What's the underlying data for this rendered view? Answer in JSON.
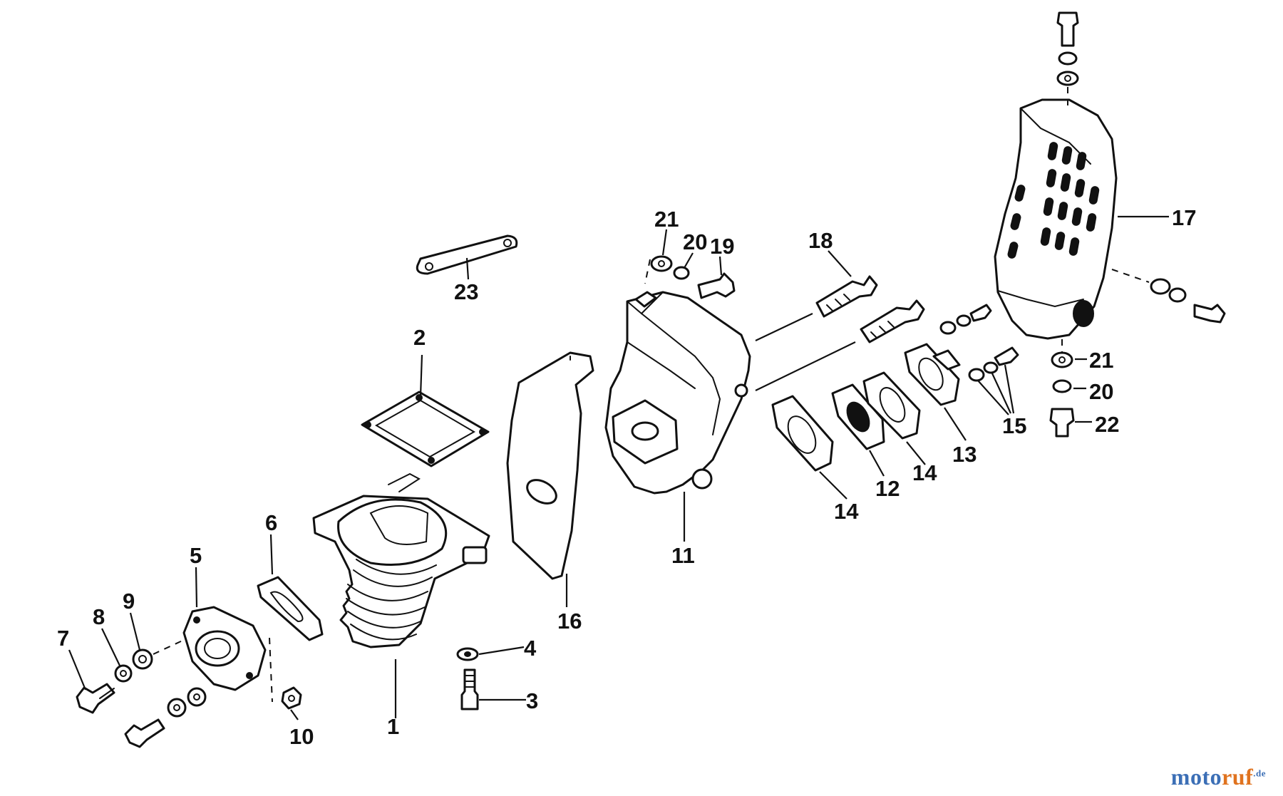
{
  "diagram": {
    "part_numbers": {
      "p1": "1",
      "p2": "2",
      "p3": "3",
      "p4": "4",
      "p5": "5",
      "p6": "6",
      "p7": "7",
      "p8": "8",
      "p9": "9",
      "p10": "10",
      "p11": "11",
      "p12": "12",
      "p13": "13",
      "p14a": "14",
      "p14b": "14",
      "p15": "15",
      "p16": "16",
      "p17": "17",
      "p18": "18",
      "p19": "19",
      "p20a": "20",
      "p20b": "20",
      "p21a": "21",
      "p21b": "21",
      "p22": "22",
      "p23": "23"
    }
  },
  "watermark": {
    "part_a": "moto",
    "part_b": "ruf",
    "suffix": ".de"
  }
}
